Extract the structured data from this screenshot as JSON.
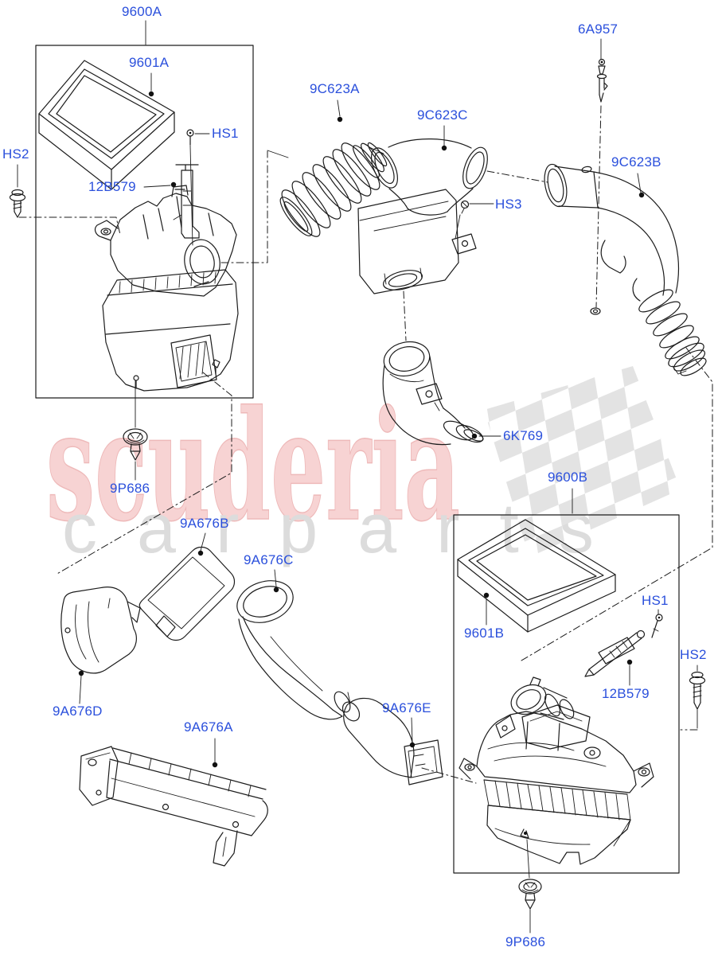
{
  "diagram_title": "Air Cleaner exploded parts diagram",
  "watermark": {
    "brand": "scuderia",
    "brand_sub": "carparts"
  },
  "colors": {
    "label_blue": "#2B50DC",
    "line_black": "#1C1C1C",
    "watermark_pink": "#F3C8C8",
    "watermark_gray": "#DCDCDC",
    "checker_gray": "#E3E3E3",
    "background": "#FFFFFF"
  },
  "labels": {
    "box_a": "9600A",
    "filter_a": "9601A",
    "hs1_a": "HS1",
    "hs2_a": "HS2",
    "bracket_a": "12B579",
    "bellows": "9C623A",
    "y_duct": "9C623C",
    "sensor": "6A957",
    "tube": "9C623B",
    "hs3": "HS3",
    "elbow": "6K769",
    "grommet_a": "9P686",
    "box_b": "9600B",
    "filter_b": "9601B",
    "hs1_b": "HS1",
    "hs2_b": "HS2",
    "bracket_b": "12B579",
    "duct_b": "9A676B",
    "duct_c": "9A676C",
    "duct_d": "9A676D",
    "duct_a": "9A676A",
    "duct_e": "9A676E",
    "grommet_b": "9P686"
  }
}
